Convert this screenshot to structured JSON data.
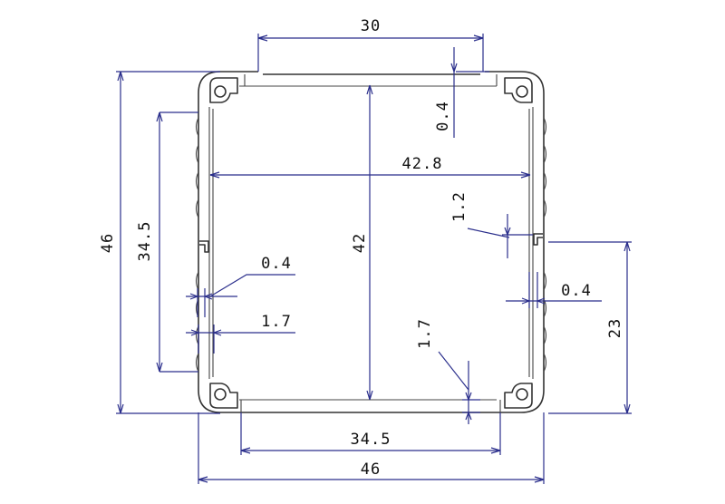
{
  "drawing": {
    "subject": "extruded-aluminium-enclosure-profile",
    "colors": {
      "outline": "#333333",
      "dimension_line": "#2b2f8c",
      "text": "#111111",
      "background": "#ffffff"
    },
    "dimensions": {
      "top_width": "30",
      "top_notch_thickness": "0.4",
      "inner_width": "42.8",
      "rib_height": "1.2",
      "left_slot_span": "34.5",
      "inner_height": "42",
      "overall_height": "46",
      "left_wall_thickness": "0.4",
      "left_groove_depth": "1.7",
      "right_wall_thickness": "0.4",
      "bottom_groove_depth": "1.7",
      "right_height": "23",
      "bottom_slot_span": "34.5",
      "overall_width": "46"
    }
  }
}
